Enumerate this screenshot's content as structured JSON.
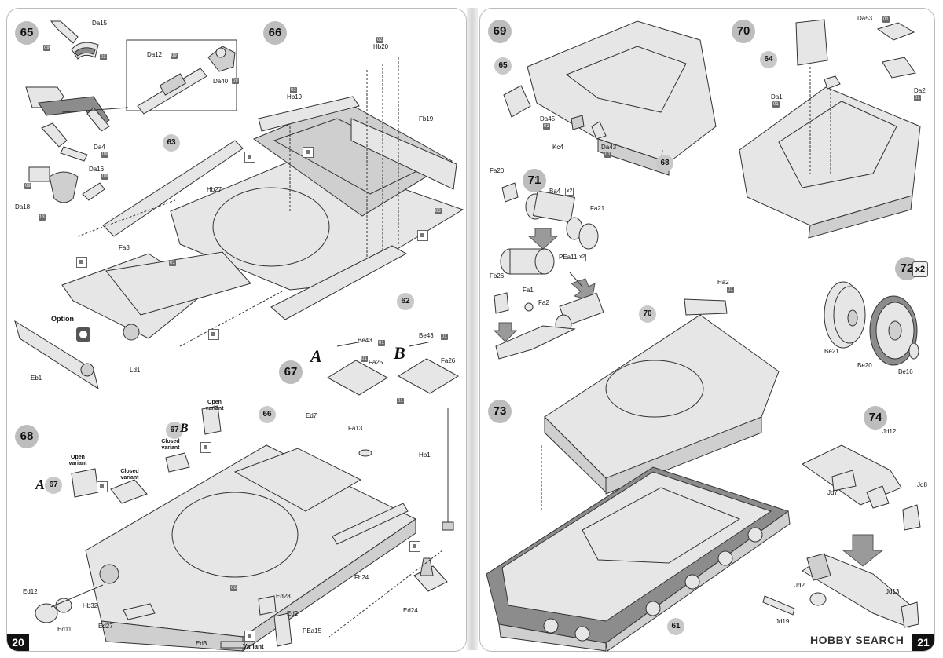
{
  "left_page": {
    "page_number": "20",
    "steps": {
      "s65": "65",
      "s66": "66",
      "s67": "67",
      "s68": "68"
    },
    "refs": {
      "r63": "63",
      "r62": "62",
      "r66": "66",
      "r67a": "67",
      "r67b": "67"
    },
    "labels": {
      "da15": "Da15",
      "da12": "Da12",
      "da40": "Da40",
      "da4": "Da4",
      "da16": "Da16",
      "da18": "Da18",
      "hb20": "Hb20",
      "hb19": "Hb19",
      "fb19": "Fb19",
      "hb27": "Hb27",
      "fa3": "Fa3",
      "ld1": "Ld1",
      "option": "Option",
      "eb1": "Eb1",
      "be43a": "Be43",
      "be43b": "Be43",
      "fa25": "Fa25",
      "fa26": "Fa26",
      "ed7": "Ed7",
      "fa13": "Fa13",
      "hb1": "Hb1",
      "fb24": "Fb24",
      "ed24": "Ed24",
      "ed12": "Ed12",
      "ed11": "Ed11",
      "hb32": "Hb32",
      "ed27": "Ed27",
      "ed28": "Ed28",
      "ed2": "Ed2",
      "pea15": "PEa15",
      "ed3": "Ed3",
      "variant": "Variant",
      "open_variant_a": "Open variant",
      "closed_variant_a": "Closed variant",
      "open_variant_b": "Open variant",
      "closed_variant_b": "Closed variant"
    },
    "variant_letters": {
      "a1": "A",
      "b1": "B",
      "a2": "A",
      "b2": "B"
    },
    "tags": {
      "t09a": "09",
      "t03a": "03",
      "t09b": "09",
      "t09c": "09",
      "t09d": "09",
      "t09e": "09",
      "t09f": "09",
      "t13": "13",
      "t02a": "02",
      "t02b": "02",
      "t03b": "03",
      "t01a": "01",
      "t01b": "01",
      "t01c": "01",
      "t01d": "01",
      "t01e": "01",
      "t06": "06"
    }
  },
  "right_page": {
    "page_number": "21",
    "steps": {
      "s69": "69",
      "s70": "70",
      "s71": "71",
      "s72": "72",
      "s73": "73",
      "s74": "74"
    },
    "refs": {
      "r65": "65",
      "r68": "68",
      "r64": "64",
      "r70": "70",
      "r61": "61"
    },
    "x2_badge": "x2",
    "labels": {
      "da45": "Da45",
      "kc4": "Kc4",
      "da43": "Da43",
      "da53": "Da53",
      "da1": "Da1",
      "da2": "Da2",
      "fa20": "Fa20",
      "ba4": "Ba4",
      "fa21": "Fa21",
      "pea11": "PEa11",
      "fb26": "Fb26",
      "fa1": "Fa1",
      "fa2": "Fa2",
      "ha2": "Ha2",
      "be21": "Be21",
      "be20": "Be20",
      "be16": "Be16",
      "jd12": "Jd12",
      "jd7": "Jd7",
      "jd8": "Jd8",
      "jd2": "Jd2",
      "jd13": "Jd13",
      "jd19": "Jd19"
    },
    "multipliers": {
      "ba4x": "x2",
      "pea11x": "x2"
    },
    "tags": {
      "t01a": "01",
      "t01b": "01",
      "t01c": "01",
      "t01d": "01",
      "t01e": "01",
      "t01f": "01"
    },
    "watermark": "HOBBY SEARCH"
  },
  "colors": {
    "step_circle": "#bdbdbd",
    "page_number_bg": "#111111",
    "line": "#333333"
  }
}
